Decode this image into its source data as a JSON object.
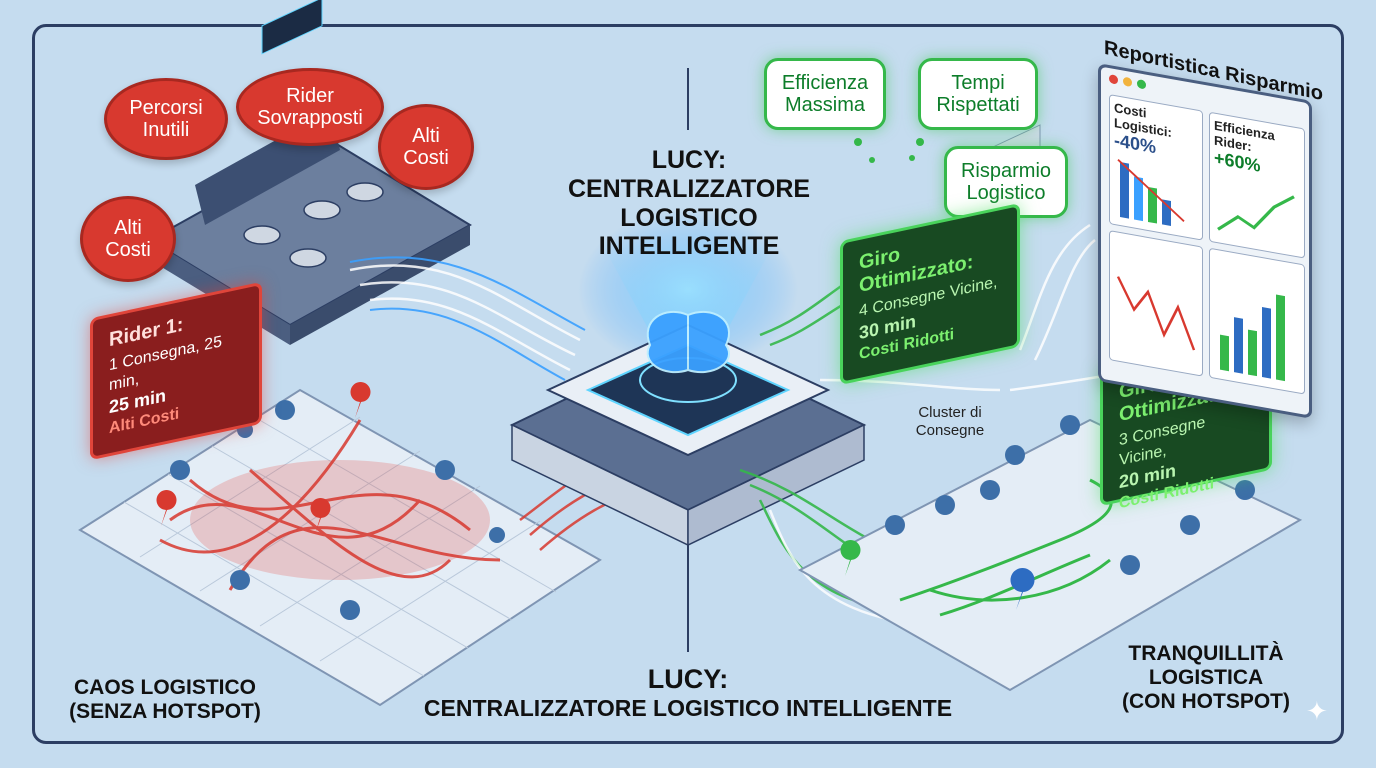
{
  "left": {
    "bubbles": [
      {
        "lines": [
          "Percorsi",
          "Inutili"
        ]
      },
      {
        "lines": [
          "Rider",
          "Sovrapposti"
        ]
      },
      {
        "lines": [
          "Alti",
          "Costi"
        ]
      },
      {
        "lines": [
          "Alti",
          "Costi"
        ]
      }
    ],
    "rider_panel": {
      "title": "Rider 1:",
      "line1": "1 Consegna, 25 min,",
      "line2": "25 min",
      "line3": "Alti Costi"
    },
    "caption_line1": "CAOS LOGISTICO",
    "caption_line2": "(SENZA HOTSPOT)"
  },
  "center": {
    "title_line1": "LUCY:",
    "title_line2": "CENTRALIZZATORE",
    "title_line3": "LOGISTICO",
    "title_line4": "INTELLIGENTE",
    "caption_line1": "LUCY:",
    "caption_line2": "CENTRALIZZATORE LOGISTICO INTELLIGENTE"
  },
  "right": {
    "bubbles": [
      {
        "lines": [
          "Efficienza",
          "Massima"
        ]
      },
      {
        "lines": [
          "Tempi",
          "Rispettati"
        ]
      },
      {
        "lines": [
          "Risparmio",
          "Logistico"
        ]
      }
    ],
    "panel_top": {
      "title": "Giro Ottimizzato:",
      "line1": "4 Consegne Vicine,",
      "line2": "30 min",
      "line3": "Costi Ridotti"
    },
    "panel_bottom": {
      "title": "Giro Ottimizzato:",
      "line1": "3 Consegne Vicine,",
      "line2": "20 min",
      "line3": "Costi Ridotti"
    },
    "cluster_line1": "Cluster di",
    "cluster_line2": "Consegne",
    "report": {
      "title": "Reportistica Risparmio",
      "cost_label": "Costi Logistici:",
      "cost_value": "-40%",
      "eff_label": "Efficienza Rider:",
      "eff_value": "+60%"
    },
    "caption_line1": "TRANQUILLITÀ",
    "caption_line2": "LOGISTICA",
    "caption_line3": "(CON HOTSPOT)"
  },
  "colors": {
    "background": "#c5dcef",
    "chaos_red": "#d8392f",
    "calm_green": "#35b84a",
    "ai_blue": "#3aa0ff",
    "frame": "#2c3e63"
  }
}
